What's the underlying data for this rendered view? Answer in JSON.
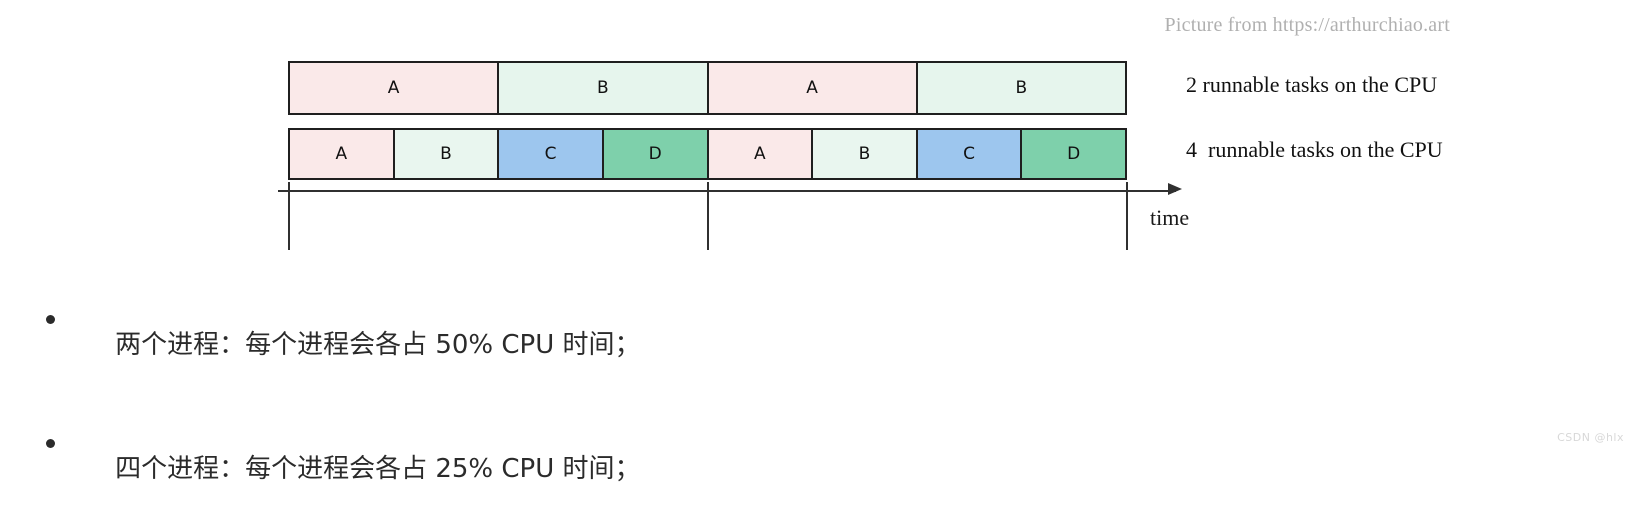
{
  "attribution": "Picture from https://arthurchiao.art",
  "diagram": {
    "rows": [
      {
        "id": "row-1",
        "legend": "2 runnable tasks on the CPU",
        "slots": [
          {
            "label": "A",
            "color": "#fae9e9"
          },
          {
            "label": "B",
            "color": "#e6f5ed"
          },
          {
            "label": "A",
            "color": "#fae9e9"
          },
          {
            "label": "B",
            "color": "#e6f5ed"
          }
        ]
      },
      {
        "id": "row-2",
        "legend": "4  runnable tasks on the CPU",
        "slots": [
          {
            "label": "A",
            "color": "#fae9e9"
          },
          {
            "label": "B",
            "color": "#e9f6ef"
          },
          {
            "label": "C",
            "color": "#9dc6ee"
          },
          {
            "label": "D",
            "color": "#7ed0ab"
          },
          {
            "label": "A",
            "color": "#fae9e9"
          },
          {
            "label": "B",
            "color": "#e9f6ef"
          },
          {
            "label": "C",
            "color": "#9dc6ee"
          },
          {
            "label": "D",
            "color": "#7ed0ab"
          }
        ]
      }
    ],
    "axis": {
      "time_label": "time",
      "ticks": 3
    }
  },
  "bullets": [
    "两个进程：每个进程会各占 50% CPU 时间；",
    "四个进程：每个进程会各占 25% CPU 时间；"
  ],
  "watermark": "CSDN @hlx",
  "colors": {
    "task_a": "#fae9e9",
    "task_b": "#e6f5ed",
    "task_c": "#9dc6ee",
    "task_d": "#7ed0ab",
    "stroke": "#1f1f1f",
    "axis": "#303030",
    "attribution_text": "#b0b0b0"
  }
}
